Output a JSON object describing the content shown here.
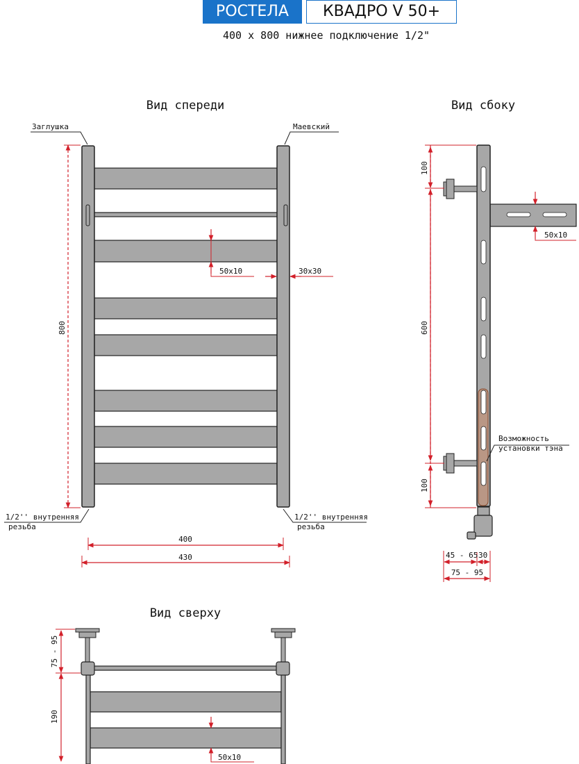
{
  "header": {
    "brand": "РОСТЕЛА",
    "model": "КВАДРО V 50+",
    "subtitle": "400 x 800 нижнее подключение 1/2\""
  },
  "front_view": {
    "title": "Вид спереди",
    "plug_label": "Заглушка",
    "air_valve_label": "Маевский",
    "height": "800",
    "bar_section": "50x10",
    "post_section": "30x30",
    "width_inner": "400",
    "width_outer": "430",
    "thread_left_line1": "1/2'' внутренняя",
    "thread_left_line2": "резьба",
    "thread_right_line1": "1/2'' внутренняя",
    "thread_right_line2": "резьба"
  },
  "side_view": {
    "title": "Вид сбоку",
    "top_offset": "100",
    "middle": "600",
    "bottom_offset": "100",
    "bar_section": "50x10",
    "heater_line1": "Возможность",
    "heater_line2": "установки тэна",
    "depth_range": "45 - 65",
    "depth_post": "30",
    "total_depth": "75 - 95"
  },
  "top_view": {
    "title": "Вид сверху",
    "wall_range": "75 - 95",
    "depth": "190",
    "bar_section": "50x10"
  },
  "colors": {
    "brand_blue": "#1a73c9",
    "metal_gray": "#a7a7a7",
    "dimension_red": "#d2202a",
    "outline": "#222222",
    "heater_copper": "#c98a6a"
  }
}
